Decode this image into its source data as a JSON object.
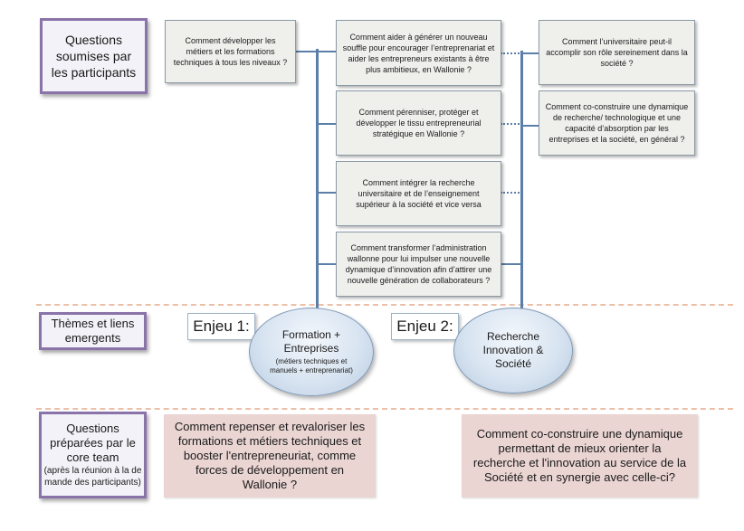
{
  "labels": {
    "questions_participants": "Questions soumises par les participants",
    "themes": "Thèmes et liens emergents",
    "questions_core_main": "Questions préparées par le core team",
    "questions_core_note": "(après la réunion à la de mande des participants)"
  },
  "questions": {
    "q1": "Comment développer les métiers et les formations techniques à tous les niveaux ?",
    "q2": "Comment aider à générer un nouveau souffle pour encourager l’entreprenariat et aider les entrepreneurs existants à être plus ambitieux, en Wallonie ?",
    "q3": "Comment pérenniser, protéger et développer le tissu entrepreneurial stratégique en Wallonie ?",
    "q4": "Comment intégrer la recherche universitaire et de l’enseignement supérieur à la société et vice versa",
    "q5": "Comment transformer l’administration wallonne pour lui impulser une nouvelle dynamique d’innovation afin d’attirer une nouvelle génération de collaborateurs ?",
    "q6": "Comment l’universitaire peut-il accomplir son rôle sereinement dans la société ?",
    "q7": "Comment co-construire une dynamique de recherche/ technologique et une capacité d’absorption par les entreprises et la société, en général ?"
  },
  "enjeux": {
    "enjeu1_label": "Enjeu 1:",
    "enjeu1_title": "Formation + Entreprises",
    "enjeu1_sub": "(métiers techniques et manuels + entreprenariat)",
    "enjeu2_label": "Enjeu 2:",
    "enjeu2_title": "Recherche Innovation & Société"
  },
  "core_questions": {
    "cq1": "Comment repenser et revaloriser les formations et métiers techniques et booster l'entrepreneuriat, comme forces de développement en Wallonie ?",
    "cq2": "Comment co-construire une dynamique permettant de mieux orienter la recherche et l'innovation au service de la Société et en synergie avec celle-ci?"
  },
  "colors": {
    "label_border": "#8a73a8",
    "connector": "#5b7fa8",
    "separator": "#ecc0a8",
    "core_box_fill": "#ead5d3",
    "ellipse_fill": "#d8e4f1"
  }
}
